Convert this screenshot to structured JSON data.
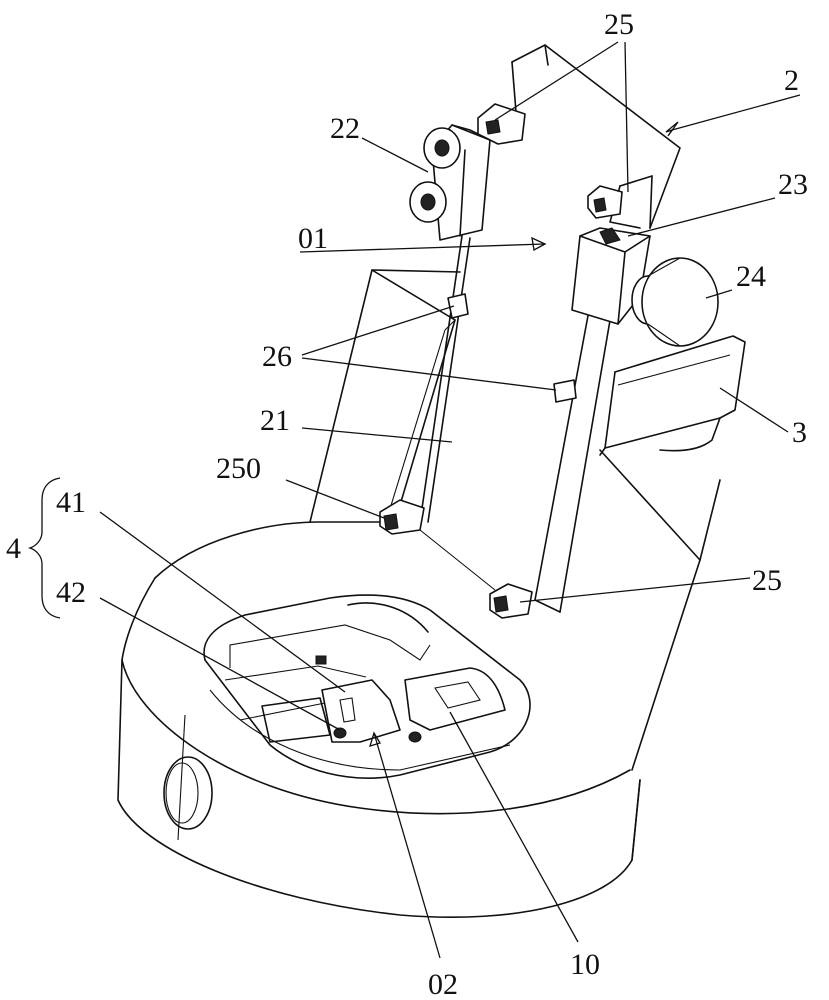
{
  "figure": {
    "labels": {
      "l25a": "25",
      "l2": "2",
      "l22": "22",
      "l23": "23",
      "l01": "01",
      "l24": "24",
      "l26": "26",
      "l3": "3",
      "l21": "21",
      "l250": "250",
      "l4": "4",
      "l41": "41",
      "l42": "42",
      "l25b": "25",
      "l10": "10",
      "l02": "02"
    }
  }
}
